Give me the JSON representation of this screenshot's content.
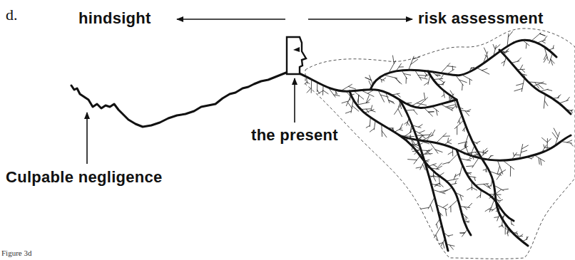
{
  "diagram": {
    "caption": "Figure 3d",
    "labels": [
      "d.",
      "hindsight",
      "risk assessment",
      "the present",
      "Culpable negligence"
    ]
  }
}
